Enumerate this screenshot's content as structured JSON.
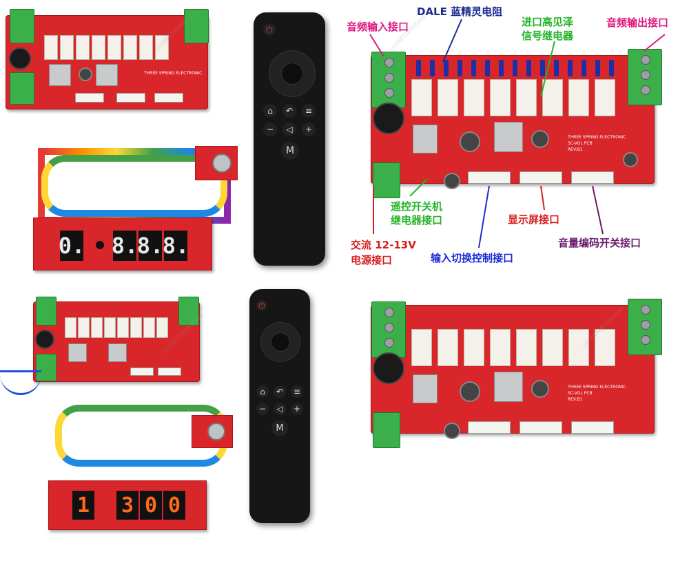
{
  "pcb": {
    "line1": "THREE SPRING ELECTRONIC",
    "line2": "SC-VOL PCB",
    "line3": "REV:B1"
  },
  "display_top": {
    "digit1": "0.",
    "digits": [
      "8.",
      "8.",
      "8."
    ]
  },
  "display_bottom": {
    "digit1": "1",
    "digits": [
      "3",
      "0",
      "0"
    ]
  },
  "remote_labels": {
    "menu": "M",
    "minus": "−",
    "plus": "+"
  },
  "annotations": {
    "audio_in": "音频输入接口",
    "dale": "DALE 蓝精灵电阻",
    "relay": "进口高见泽\n信号继电器",
    "audio_out": "音频输出接口",
    "remote_power": "遥控开关机\n继电器接口",
    "ac_power": "交流 12-13V\n电源接口",
    "input_switch": "输入切换控制接口",
    "display_port": "显示屏接口",
    "encoder_port": "音量编码开关接口"
  },
  "colors": {
    "audio_in": "#e0157d",
    "dale": "#1b2a8f",
    "relay": "#22b327",
    "audio_out": "#e0157d",
    "remote_power": "#22b327",
    "ac_power": "#d81c1c",
    "input_switch": "#1b2ad8",
    "display_port": "#d81c1c",
    "encoder_port": "#6a1a6e"
  },
  "watermark": "cn1083240264eiJae"
}
